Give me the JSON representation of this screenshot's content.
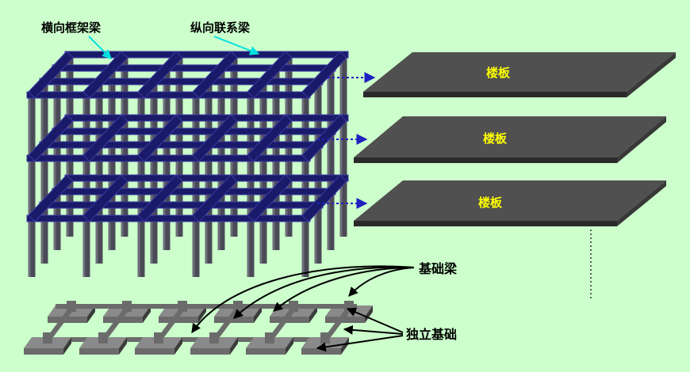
{
  "labels": {
    "transverse_frame_beam": "横向框架梁",
    "longitudinal_tie_beam": "纵向联系梁",
    "floor_slab_1": "楼板",
    "floor_slab_2": "楼板",
    "floor_slab_3": "楼板",
    "foundation_beam": "基础梁",
    "isolated_footing": "独立基础"
  },
  "colors": {
    "background": "#ccffcc",
    "column": "#4a4a57",
    "column_light": "#6e6e7a",
    "beam": "#1a1a6a",
    "beam_edge": "#3a3aa0",
    "slab_top": "#505050",
    "slab_side": "#2a2a2a",
    "slab_label": "#ffff00",
    "footing": "#6b6b6b",
    "footing_light": "#8a8a8a",
    "footing_dark": "#3c3c3c",
    "leader_cyan": "#00e0e0",
    "arrow_blue": "#2020c0",
    "text": "#000000"
  },
  "icons": {
    "slab_arrow": "dotted-right-arrow",
    "leader_line": "straight-leader",
    "curved_arrow": "curved-arrow"
  }
}
